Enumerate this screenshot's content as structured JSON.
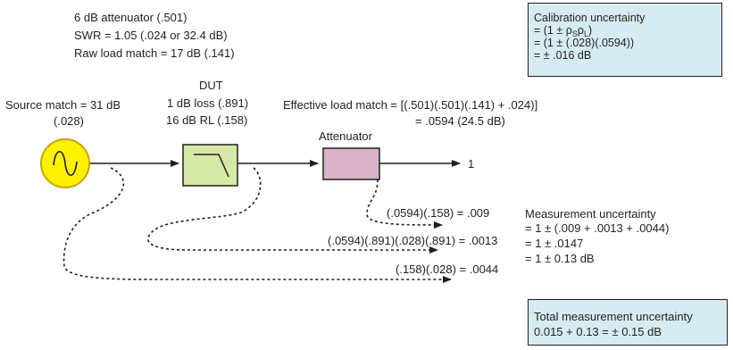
{
  "cable": {
    "line1": "6 dB attenuator (.501)",
    "line2": "SWR = 1.05 (.024 or 32.4 dB)",
    "line3": "Raw load match = 17 dB (.141)"
  },
  "calibration_box": {
    "title": "Calibration uncertainty",
    "line1_prefix": "= (1 ± ρ",
    "sub_s": "S",
    "rho": "ρ",
    "sub_l": "L",
    "line1_suffix": ")",
    "line2": "= (1 ± (.028)(.0594))",
    "line3": "= ± .016 dB"
  },
  "source": {
    "label1": "Source match = 31 dB",
    "label2": "(.028)"
  },
  "dut": {
    "title": "DUT",
    "line1": "1 dB loss (.891)",
    "line2": "16 dB RL (.158)"
  },
  "effective_load": {
    "line1": "Effective load match  = [(.501)(.501)(.141) + .024)]",
    "line2": "= .0594 (24.5 dB)"
  },
  "attenuator": {
    "label": "Attenuator"
  },
  "port": {
    "label": "1"
  },
  "paths": {
    "p1": "(.0594)(.158) = .009",
    "p2": "(.0594)(.891)(.028)(.891) = .0013",
    "p3": "(.158)(.028) = .0044"
  },
  "measurement": {
    "title": "Measurement uncertainty",
    "line1": "= 1 ± (.009 + .0013 + .0044)",
    "line2": "= 1 ± .0147",
    "line3": "= 1 ± 0.13 dB"
  },
  "total_box": {
    "title": "Total measurement uncertainty",
    "line1": "0.015 + 0.13 = ± 0.15 dB"
  },
  "colors": {
    "source_fill": "#fff200",
    "source_stroke": "#c9a400",
    "dut_fill": "#d7e9a6",
    "attenuator_fill": "#d9b3c6",
    "box_fill": "#d6ecf2"
  }
}
